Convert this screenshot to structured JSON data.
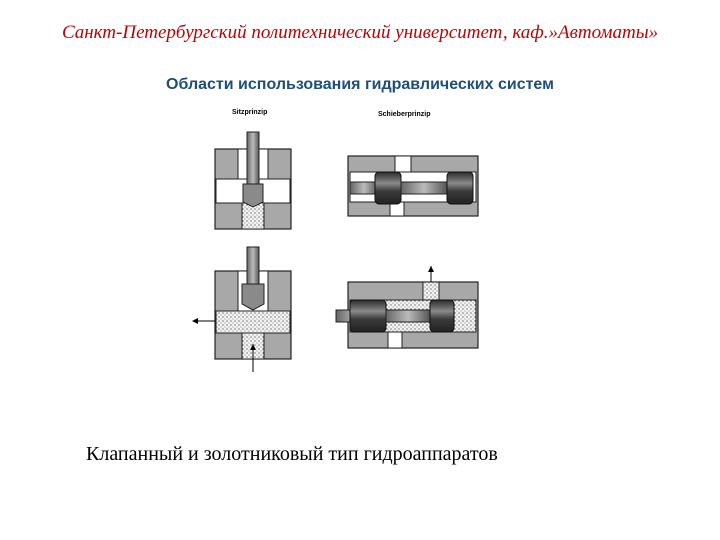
{
  "header": {
    "text": "Санкт-Петербургский политехнический университет, каф.»Автоматы»"
  },
  "slide": {
    "title": "Области использования гидравлических систем",
    "caption": "Клапанный и золотниковый тип гидроаппаратов"
  },
  "figure": {
    "label_left": "Sitzprinzip",
    "label_right": "Schieberprinzip"
  },
  "colors": {
    "header": "#c00000",
    "title": "#1f4e79",
    "body_gray": "#a8a8a8",
    "spool_dark": "#3c3c3c"
  }
}
